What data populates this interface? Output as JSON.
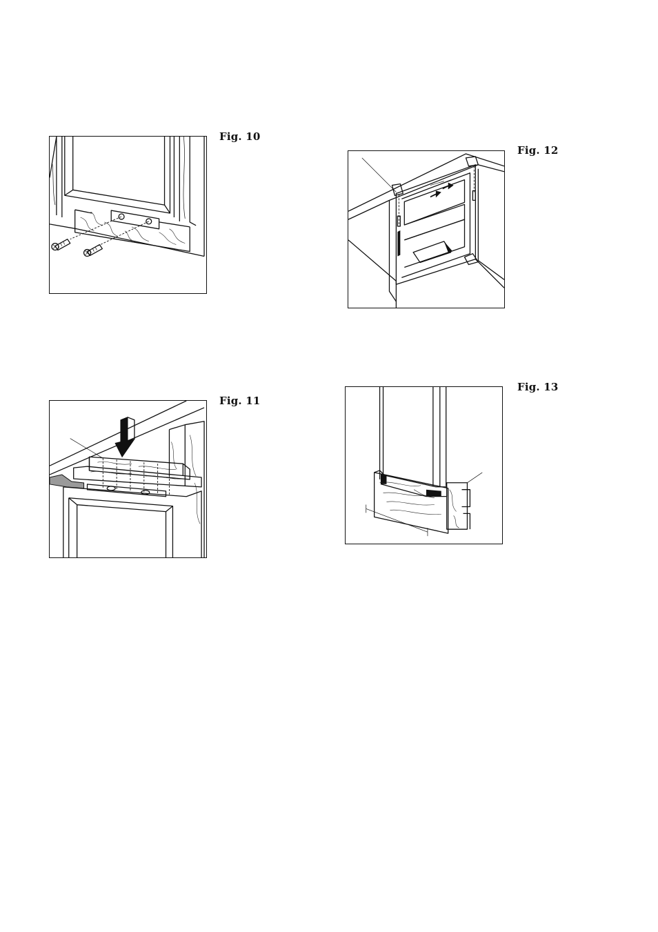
{
  "figures": [
    {
      "id": "fig10",
      "caption": "Fig. 10",
      "depicts": "door-bottom-bracket-screws"
    },
    {
      "id": "fig11",
      "caption": "Fig. 11",
      "depicts": "top-bracket-fitting-arrow"
    },
    {
      "id": "fig12",
      "caption": "Fig. 12",
      "depicts": "appliance-in-niche-hinges"
    },
    {
      "id": "fig13",
      "caption": "Fig. 13",
      "depicts": "plinth-cover-fitting"
    }
  ],
  "colors": {
    "ink": "#111111",
    "paper": "#ffffff",
    "arrow": "#111111",
    "grey": "#9a9a9a"
  }
}
